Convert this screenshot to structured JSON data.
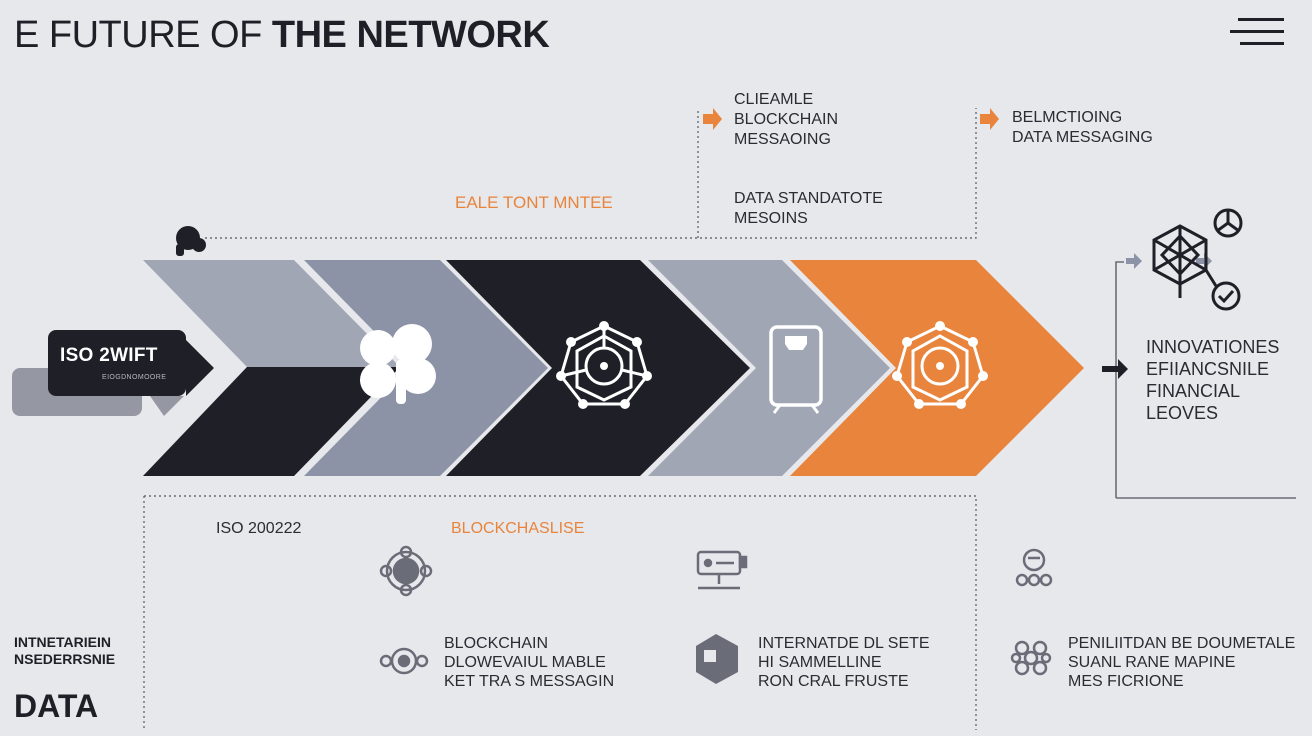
{
  "header": {
    "title_light": "E FUTURE OF ",
    "title_bold": "THE NETWORK"
  },
  "colors": {
    "dark": "#1f2027",
    "grey": "#8c93a6",
    "light_grey": "#a1a6b5",
    "orange": "#e8843c",
    "bg": "#e7e8ec"
  },
  "top_labels": {
    "mid_orange": "EALE TONT MNTEE",
    "box1": [
      "CLIEAMLE",
      "BLOCKCHAIN",
      "MESSAOING"
    ],
    "box2": [
      "DATA STANDATOTE",
      "MESOINS"
    ],
    "box3": [
      "BELMCTIOING",
      "DATA MESSAGING"
    ]
  },
  "badge": {
    "title": "ISO 2WIFT",
    "subtitle": "EIOGDNOMOORE"
  },
  "right_panel": {
    "lines": [
      "INNOVATIONES",
      "EFIIANCSNILE",
      "FINANCIAL",
      "LEOVES"
    ]
  },
  "bottom": {
    "iso_label": "ISO 200222",
    "blockchain_label": "BLOCKCHASLISE",
    "col1": [
      "BLOCKCHAIN",
      "DLOWEVAIUL MABLE",
      "KET TRA S MESSAGIN"
    ],
    "col2": [
      "INTERNATDE DL SETE",
      "HI SAMMELLINE",
      "RON CRAL FRUSTE"
    ],
    "col3": [
      "PENILIITDAN BE DOUMETALE",
      "SUANL RANE MAPINE",
      "MES FICRIONE"
    ]
  },
  "left_footer": {
    "small": [
      "INTNETARIEIN",
      "NSEDERRSNIE"
    ],
    "big": "DATA"
  },
  "icons": {
    "chevron2": "cloud-icon",
    "chevron3": "network-hexagon-icon",
    "chevron4": "mobile-phone-icon",
    "chevron5": "network-hexagon-icon",
    "right": "blockchain-cube-icon"
  }
}
